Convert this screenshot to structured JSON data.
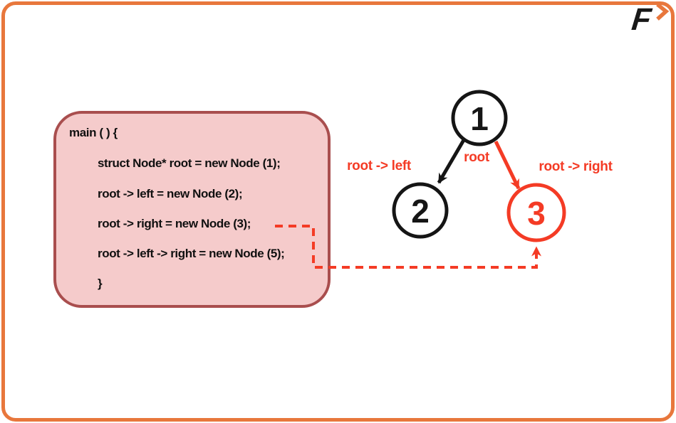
{
  "frame": {
    "border_color": "#E8773C"
  },
  "logo": {
    "letter": "F",
    "chevron_icon": "chevron-right",
    "letter_color": "#181818",
    "chevron_color": "#E8773C"
  },
  "code_box": {
    "background": "#F5CBCB",
    "border_color": "#A94E4E",
    "lines": [
      {
        "text": "main ( ) {",
        "indent": false
      },
      {
        "text": "struct Node* root = new Node (1);",
        "indent": true
      },
      {
        "text": "root -> left = new Node (2);",
        "indent": true
      },
      {
        "text": "root -> right = new Node (3);",
        "indent": true
      },
      {
        "text": "root -> left -> right = new Node (5);",
        "indent": true
      },
      {
        "text": "}",
        "indent": true
      }
    ]
  },
  "tree": {
    "accent_color": "#F43B25",
    "default_color": "#151515",
    "nodes": [
      {
        "value": "1",
        "color": "black"
      },
      {
        "value": "2",
        "color": "black"
      },
      {
        "value": "3",
        "color": "red"
      }
    ],
    "labels": {
      "root": "root",
      "root_left": "root -> left",
      "root_right": "root -> right"
    }
  }
}
